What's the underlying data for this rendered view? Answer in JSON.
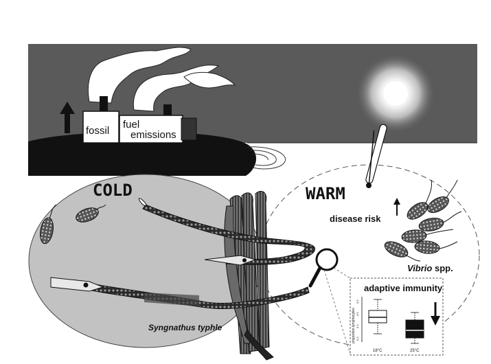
{
  "labels": {
    "fossil": "fossil",
    "fuel": "fuel",
    "emissions": "emissions",
    "cold": "COLD",
    "warm": "WARM",
    "disease_risk": "disease risk",
    "vibrio_genus": "Vibrio",
    "vibrio_suffix": " spp.",
    "syngnathus": "Syngnathus typhle",
    "adaptive_immunity": "adaptive immunity"
  },
  "inset_plot": {
    "ylabel": "proportion lymphocytes",
    "yticks": [
      "0.3",
      "0.4",
      "0.5",
      "0.6"
    ],
    "categories": [
      "18°C",
      "25°C"
    ],
    "box_fill": [
      "#ffffff",
      "#111111"
    ]
  },
  "arrows": {
    "emissions": "up",
    "disease_risk": "up",
    "adaptive_immunity": "down"
  },
  "colors": {
    "sky": "#5a5a5a",
    "cold_circle": "#c2c2c2",
    "hill": "#111111",
    "smoke": "#ffffff"
  }
}
